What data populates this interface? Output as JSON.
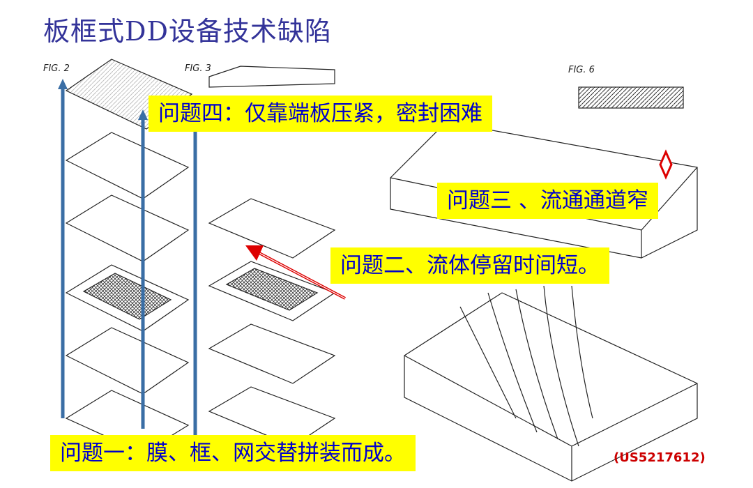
{
  "title": "板框式DD设备技术缺陷",
  "figures": {
    "fig2": "FIG. 2",
    "fig3": "FIG. 3",
    "fig6": "FIG. 6"
  },
  "callouts": {
    "problem4": "问题四：仅靠端板压紧，密封困难",
    "problem3": "问题三 、流通通道窄",
    "problem2": "问题二、流体停留时间短。",
    "problem1": "问题一：膜、框、网交替拼装而成。"
  },
  "patent_number": "(US5217612)",
  "colors": {
    "title": "#333399",
    "callout_bg": "#ffff00",
    "callout_text": "#0000cc",
    "arrow_blue": "#3a6ea5",
    "arrow_red": "#dd0000"
  }
}
